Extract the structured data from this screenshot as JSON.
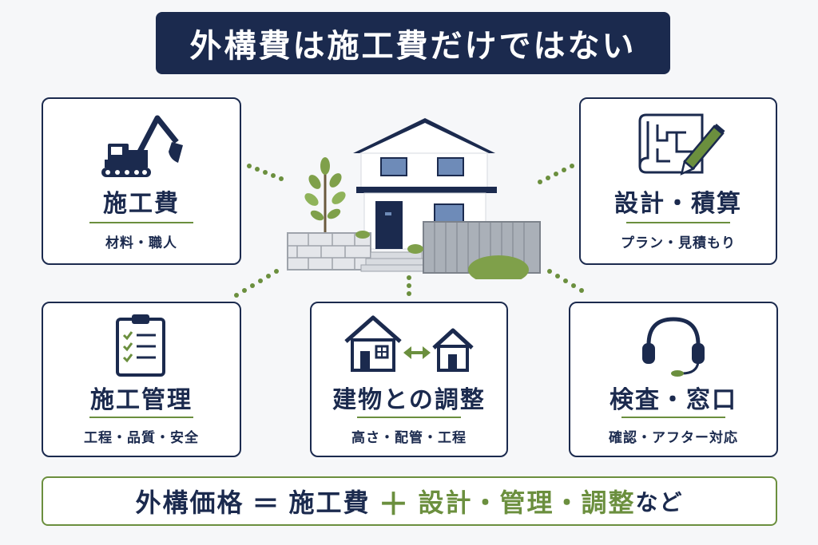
{
  "header": {
    "title": "外構費は施工費だけではない"
  },
  "cards": [
    {
      "title": "施工費",
      "subtitle": "材料・職人",
      "icon": "excavator-icon"
    },
    {
      "title": "設計・積算",
      "subtitle": "プラン・見積もり",
      "icon": "blueprint-pencil-icon"
    },
    {
      "title": "施工管理",
      "subtitle": "工程・品質・安全",
      "icon": "clipboard-checklist-icon"
    },
    {
      "title": "建物との調整",
      "subtitle": "高さ・配管・工程",
      "icon": "houses-arrow-icon"
    },
    {
      "title": "検査・窓口",
      "subtitle": "確認・アフター対応",
      "icon": "headset-icon"
    }
  ],
  "formula": {
    "lhs": "外構価格",
    "equals": "＝",
    "base": "施工費",
    "plus": "＋",
    "extras": "設計・管理・調整",
    "suffix": "など"
  },
  "colors": {
    "navy": "#1b2a4e",
    "green": "#6b8f3e",
    "background": "#f6f7f9"
  }
}
